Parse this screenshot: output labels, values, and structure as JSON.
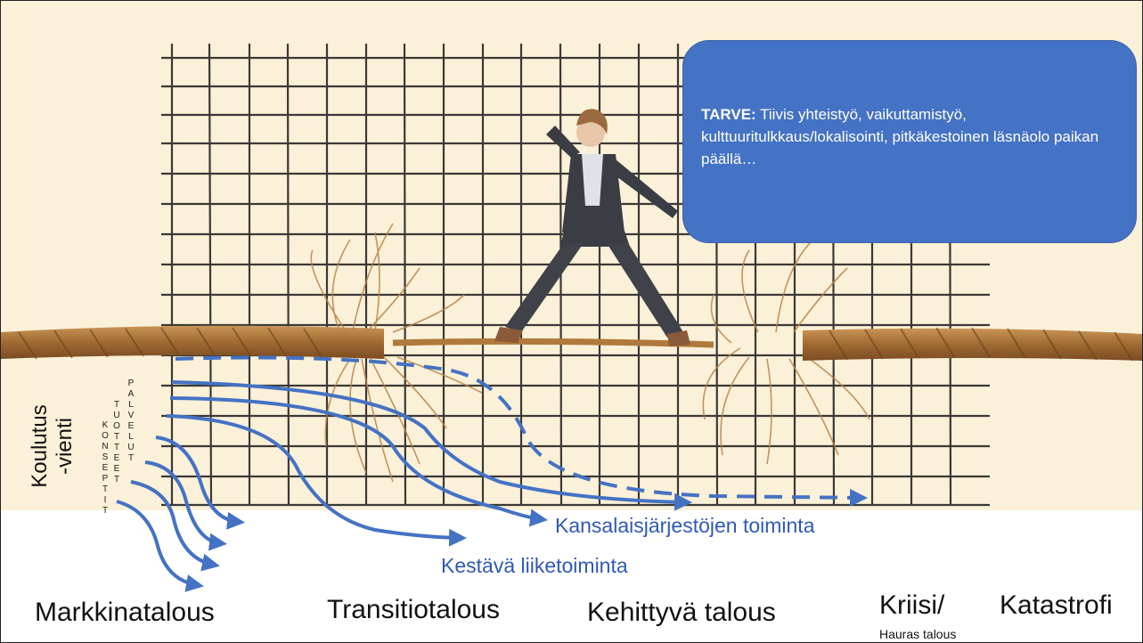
{
  "callout": {
    "bold": "TARVE:",
    "text": " Tiivis yhteistyö, vaikuttamistyö, kulttuuritulkkaus/lokalisointi, pitkäkestoinen läsnäolo paikan päällä…"
  },
  "side_label": {
    "line1": "Koulutus",
    "line2": "-vienti"
  },
  "vertical_words": {
    "konseptit": [
      "K",
      "O",
      "N",
      "S",
      "E",
      "P",
      "T",
      "I",
      "T"
    ],
    "tuotteet": [
      "T",
      "U",
      "O",
      "T",
      "T",
      "E",
      "E",
      "T"
    ],
    "palvelut": [
      "P",
      "A",
      "L",
      "V",
      "E",
      "L",
      "U",
      "T"
    ]
  },
  "arrow_labels": {
    "ngo": "Kansalaisjärjestöjen toiminta",
    "sustainable": "Kestävä liiketoiminta"
  },
  "economies": {
    "market": "Markkinatalous",
    "transition": "Transitiotalous",
    "developing": "Kehittyvä talous",
    "crisis": "Kriisi/",
    "fragile": "Hauras talous",
    "catastrophe": "Katastrofi"
  },
  "colors": {
    "background": "#fbf0d8",
    "grid": "#1a1a1a",
    "rope": "#a9743c",
    "arrow": "#4472c4",
    "callout": "#4472c4"
  }
}
